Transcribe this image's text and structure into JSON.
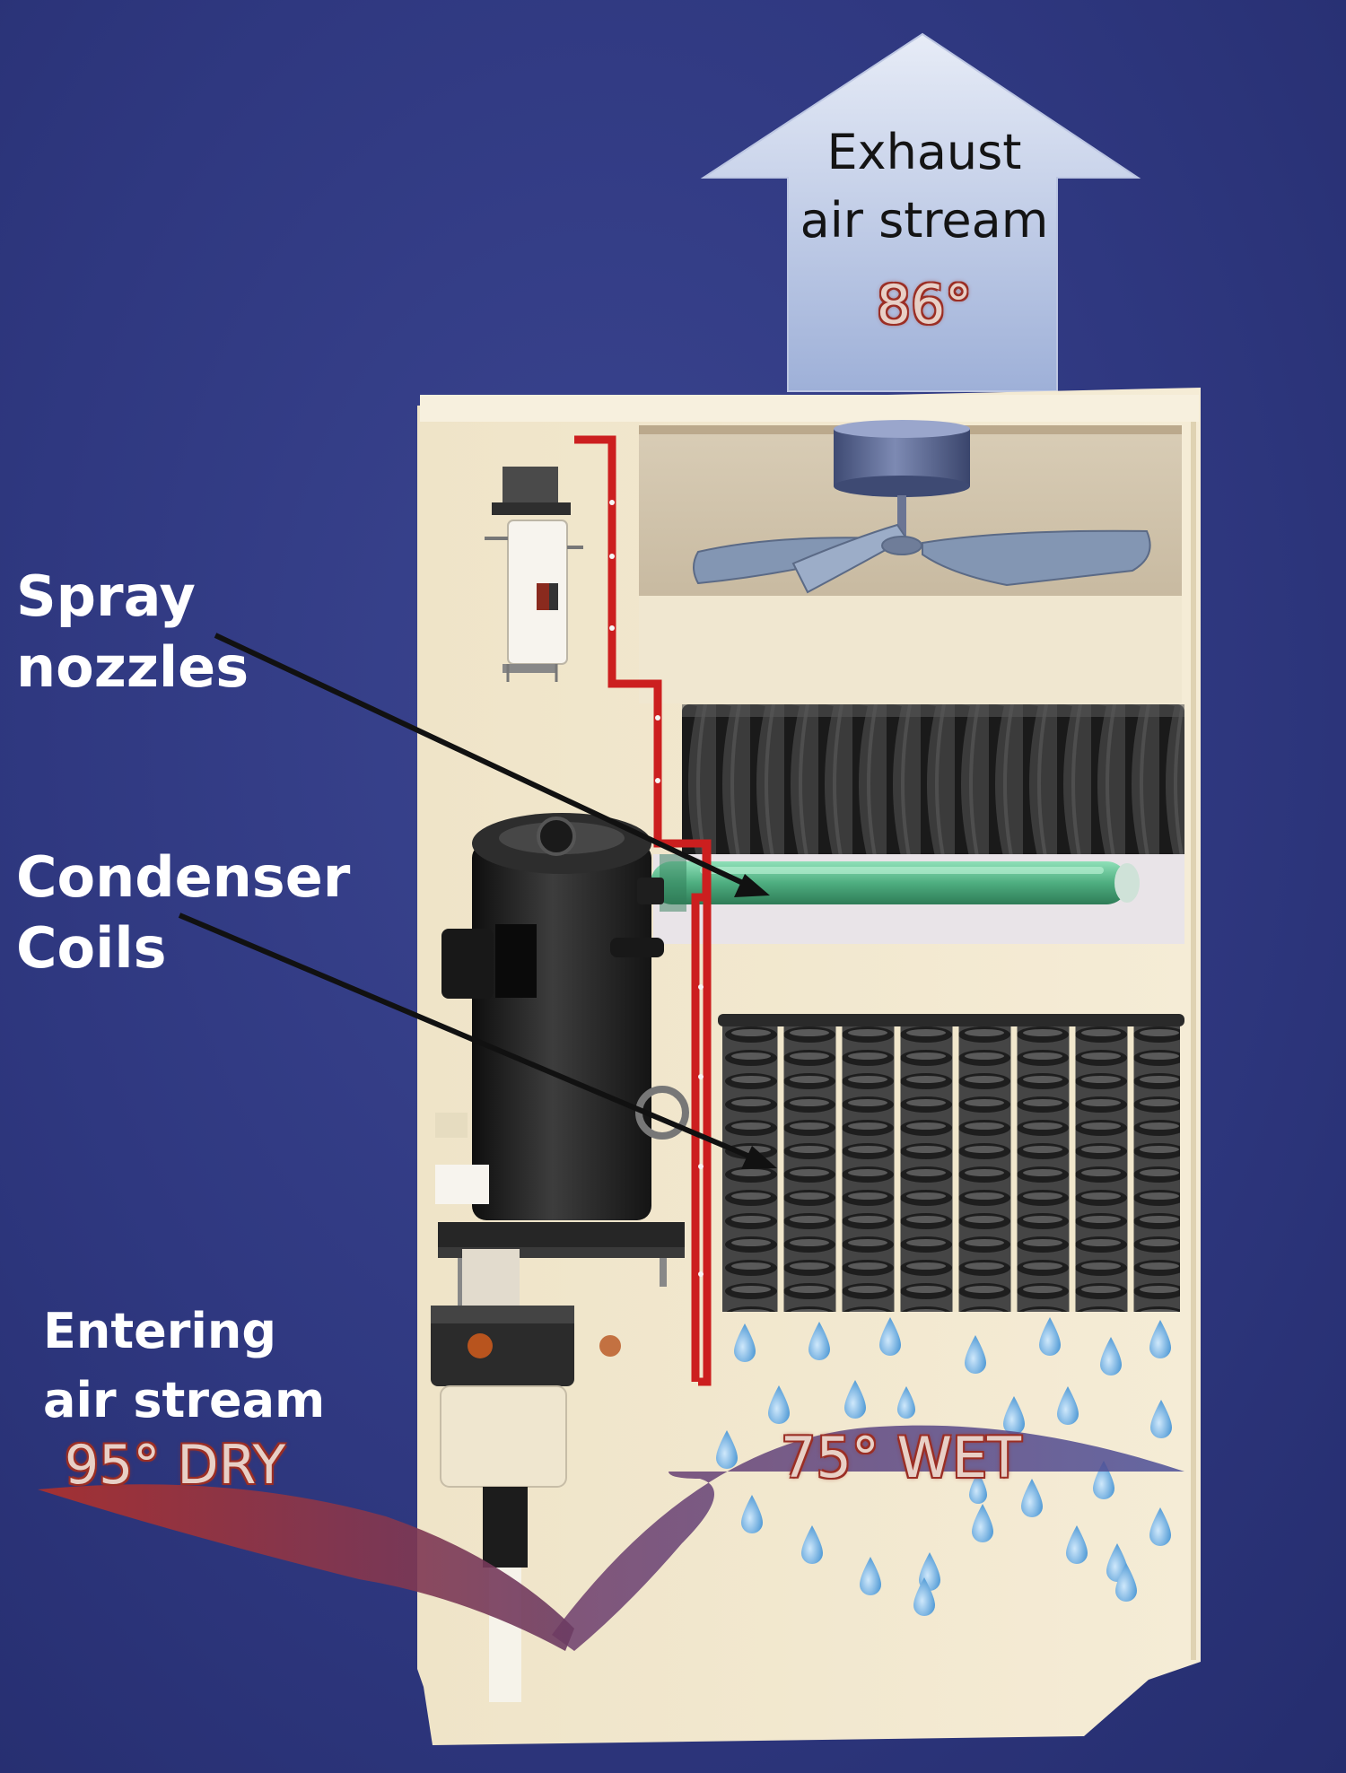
{
  "labels": {
    "spray_nozzles": [
      "Spray",
      "nozzles"
    ],
    "condenser_coils": [
      "Condenser",
      "Coils"
    ],
    "entering_air": [
      "Entering",
      "air stream"
    ],
    "exhaust_air": [
      "Exhaust",
      "air stream"
    ]
  },
  "temperatures": {
    "exhaust": "86°",
    "entering": "95° DRY",
    "wet": "75° WET"
  },
  "colors": {
    "background": "#2f3880",
    "cabinet": "#f1e7cc",
    "refrigerant_line": "#cc1f1f",
    "spray_pipe": "#5fbf93",
    "coil": "#3a3a3a",
    "media": "#2c2c2c",
    "compressor": "#232323",
    "water_drop": "#5aa6dc",
    "dry_air": "#9b2e2a",
    "wet_air": "#5a4a8e",
    "exhaust_arrow": "#c9d3ec"
  }
}
